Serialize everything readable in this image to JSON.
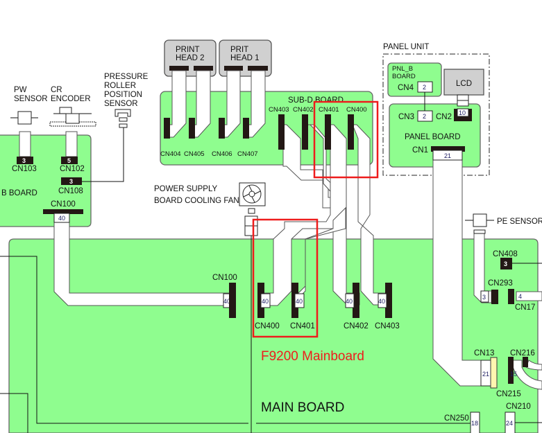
{
  "colors": {
    "board": "#8ffd8f",
    "highlight": "#ee1c1c",
    "connector": "#231815",
    "head": "#d0d0d0",
    "cn13": "#fff5b0"
  },
  "cr_board": {
    "label": "B BOARD",
    "cn103": "CN103",
    "cn103_pins": "3",
    "cn102": "CN102",
    "cn102_pins": "5",
    "cn108": "CN108",
    "cn108_pins": "3",
    "cn100": "CN100",
    "cn100_pins": "40"
  },
  "sensors": {
    "pw": [
      "PW",
      "SENSOR"
    ],
    "cr": [
      "CR",
      "ENCODER"
    ],
    "pressure": [
      "PRESSURE",
      "ROLLER",
      "POSITION",
      "SENSOR"
    ],
    "pe": "PE SENSOR"
  },
  "heads": {
    "head2": [
      "PRINT",
      "HEAD 2"
    ],
    "head1": [
      "PRIT",
      "HEAD 1"
    ]
  },
  "subd": {
    "label": "SUB-D BOARD",
    "bottom": [
      "CN404",
      "CN405",
      "CN406",
      "CN407"
    ],
    "top": [
      "CN403",
      "CN402",
      "CN401",
      "CN400"
    ]
  },
  "fan": [
    "POWER SUPPLY",
    "BOARD COOLING FAN"
  ],
  "panel": {
    "unit": "PANEL UNIT",
    "pnlb": [
      "PNL_B",
      "BOARD"
    ],
    "cn4": "CN4",
    "cn4_pins": "2",
    "lcd": "LCD",
    "cn3": "CN3",
    "cn3_pins": "2",
    "cn2": "CN2",
    "cn2_pins": "10",
    "board": "PANEL BOARD",
    "cn1": "CN1",
    "cn1_pins": "21"
  },
  "main": {
    "label": "MAIN BOARD",
    "annotation": "F9200 Mainboard",
    "cn100": "CN100",
    "cn400": "CN400",
    "cn401": "CN401",
    "cn402": "CN402",
    "cn403": "CN403",
    "pins40": "40",
    "cn408": "CN408",
    "cn408_pins": "3",
    "cn293": "CN293",
    "cn293_pins": "3",
    "cn17": "CN17",
    "cn17_pins": "4",
    "cn13": "CN13",
    "cn13_pins": "21",
    "cn216": "CN216",
    "cn215": "CN215",
    "cn215_pins": "15",
    "cn250": "CN250",
    "cn250_pins": "18",
    "cn210": "CN210",
    "cn210_pins": "24"
  }
}
